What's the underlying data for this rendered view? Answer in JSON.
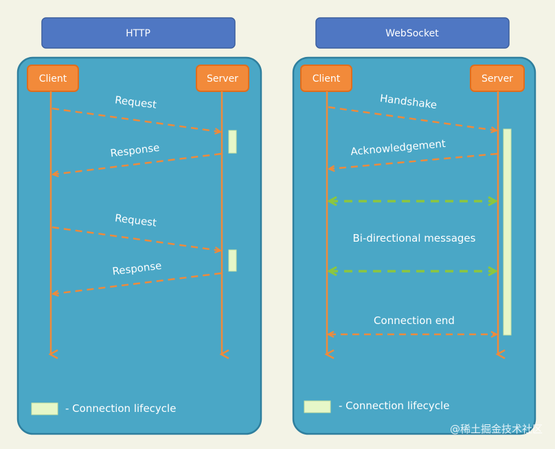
{
  "colors": {
    "background": "#f3f3e6",
    "header_fill": "#4f77c3",
    "panel_fill": "#4aa7c6",
    "participant_fill": "#f28a3a",
    "arrow_orange": "#f08a3a",
    "arrow_green": "#8cc63e",
    "lifecycle_fill": "#e6f7c8"
  },
  "http": {
    "title": "HTTP",
    "client": "Client",
    "server": "Server",
    "msg_request_1": "Request",
    "msg_response_1": "Response",
    "msg_request_2": "Request",
    "msg_response_2": "Response",
    "legend": "- Connection lifecycle"
  },
  "websocket": {
    "title": "WebSocket",
    "client": "Client",
    "server": "Server",
    "msg_handshake": "Handshake",
    "msg_ack": "Acknowledgement",
    "msg_bidirectional": "Bi-directional messages",
    "msg_end": "Connection end",
    "legend": "- Connection lifecycle"
  },
  "watermark": "@稀土掘金技术社区"
}
